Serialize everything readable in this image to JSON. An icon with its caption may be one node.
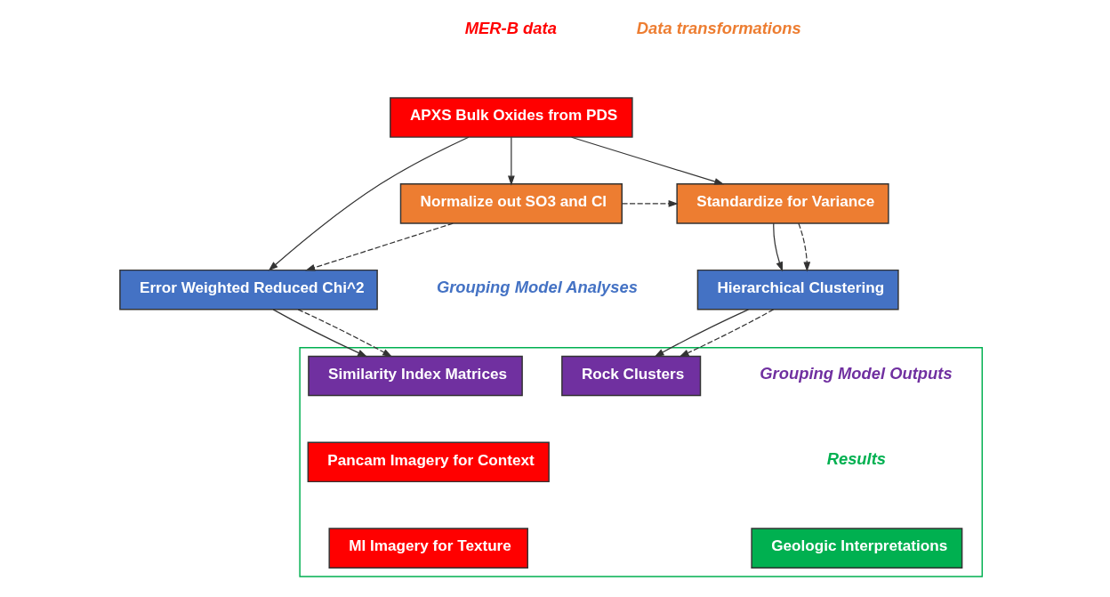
{
  "diagram": {
    "nodes": [
      {
        "text": [
          "APXS Bulk Oxides from PDS"
        ]
      },
      {
        "text": [
          "Normalize out SO3 and Cl"
        ]
      },
      {
        "text": [
          "Standardize for Variance"
        ]
      },
      {
        "text": [
          "Error Weighted Reduced Chi^2"
        ]
      },
      {
        "text": [
          "Hierarchical Clustering"
        ]
      },
      {
        "text": [],
        "shape": "box"
      },
      {
        "text": [
          "Similarity Index Matrices"
        ],
        "in": 5
      },
      {
        "text": [
          "Rock Clusters"
        ],
        "in": 5
      },
      {
        "text": [
          "Pancam Imagery for Context"
        ],
        "in": 5
      },
      {
        "text": [
          "MI Imagery for Texture"
        ],
        "in": 5
      },
      {
        "text": [
          "Geologic Interpretations"
        ],
        "in": 5
      }
    ],
    "edges": [
      {
        "from": 0,
        "to": 2,
        "arrow": "to"
      },
      {
        "from": 0,
        "to": 1,
        "arrow": "to"
      },
      {
        "from": 0,
        "to": 3,
        "arrow": "to"
      },
      {
        "from": 1,
        "to": 2,
        "arrow": "to",
        "style": "dashed"
      },
      {
        "from": 1,
        "to": 3,
        "arrow": "to",
        "style": "dashed"
      },
      {
        "from": 2,
        "to": 4,
        "arrow": "to"
      },
      {
        "from": 2,
        "to": 4,
        "arrow": "to",
        "style": "dashed"
      },
      {
        "from": 3,
        "to": 6,
        "arrow": "to"
      },
      {
        "from": 3,
        "to": 6,
        "arrow": "to",
        "style": "dashed"
      },
      {
        "from": 4,
        "to": 7,
        "arrow": "to"
      },
      {
        "from": 4,
        "to": 7,
        "arrow": "to",
        "style": "dashed"
      }
    ],
    "labels": [
      "MER-B data",
      "Data transformations",
      "Grouping Model Analyses",
      "Grouping Model Outputs",
      "Results"
    ]
  }
}
